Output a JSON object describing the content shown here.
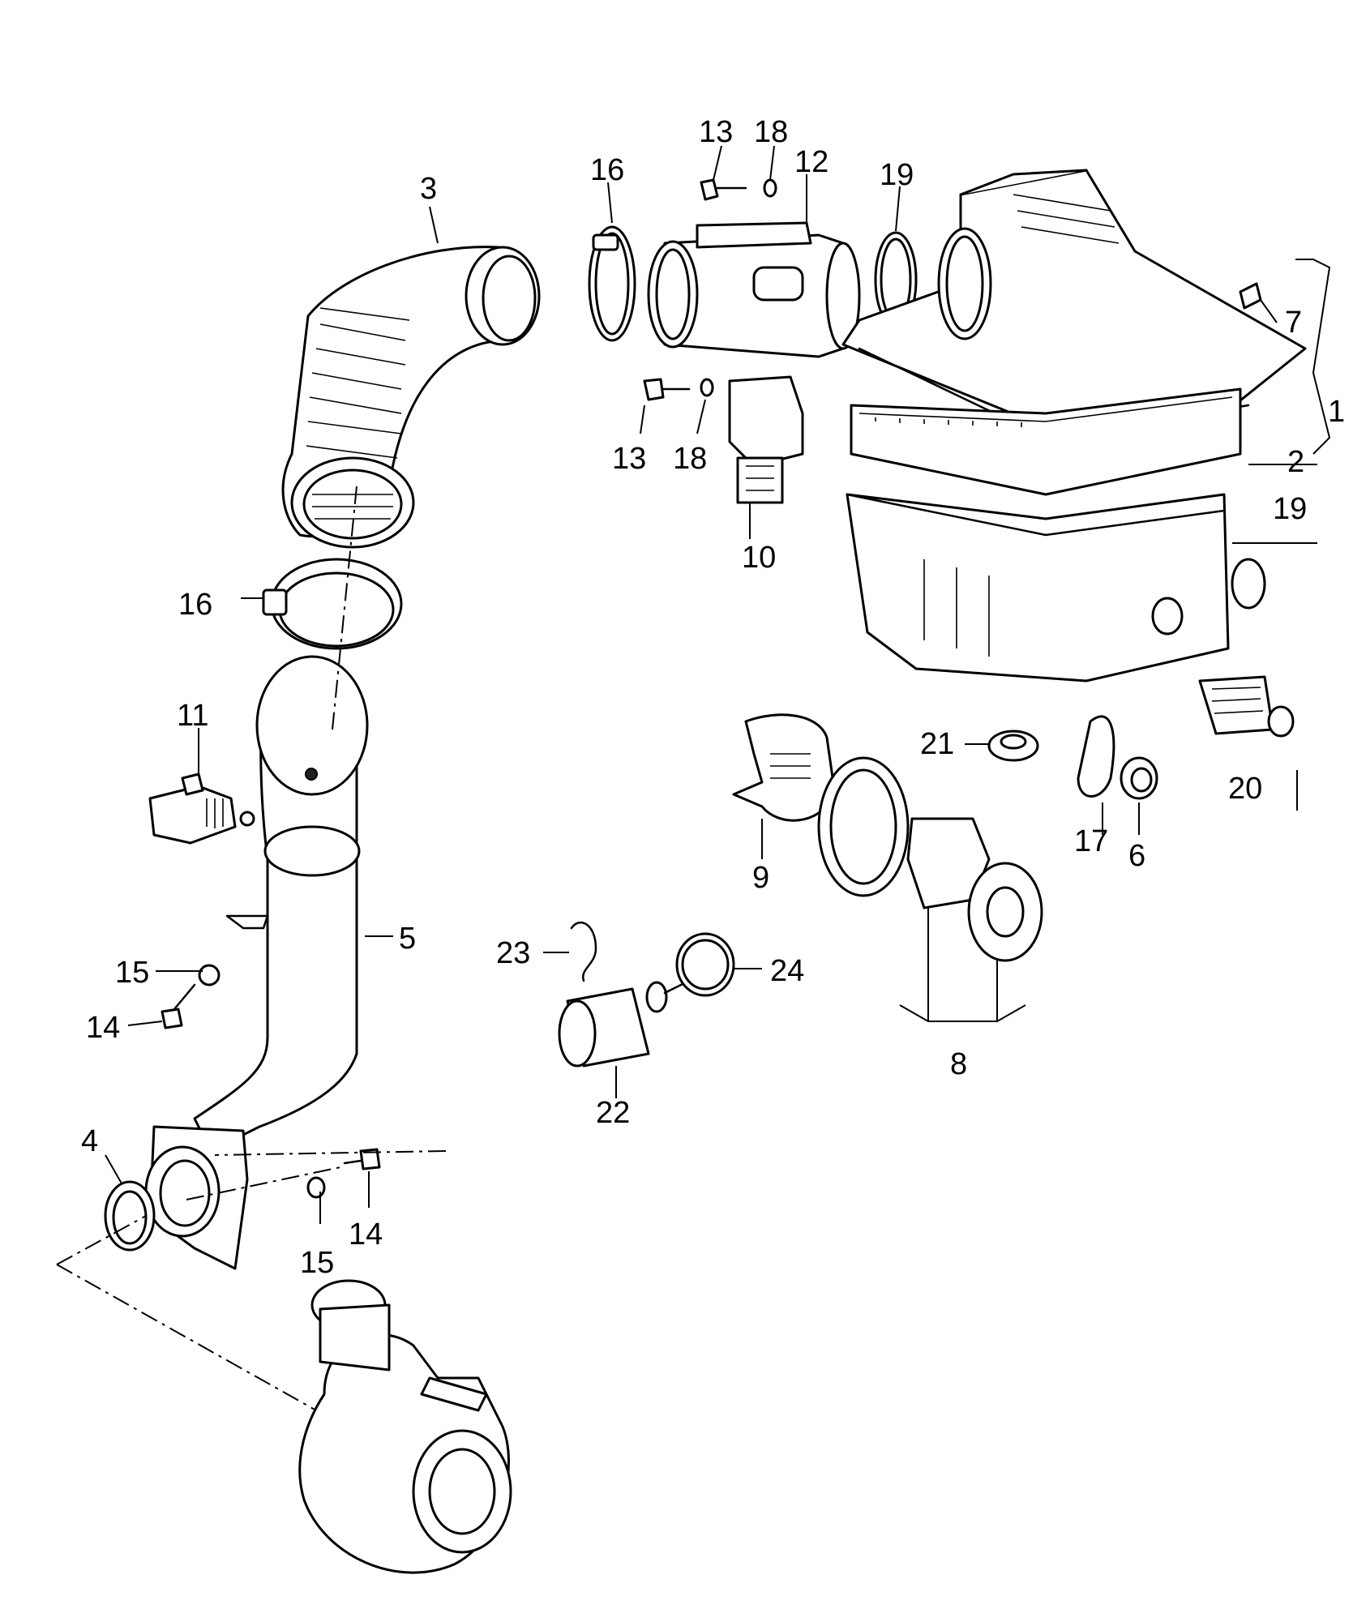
{
  "diagram": {
    "callouts": [
      "1",
      "2",
      "3",
      "4",
      "5",
      "6",
      "7",
      "8",
      "9",
      "10",
      "11",
      "12",
      "13",
      "13",
      "14",
      "14",
      "15",
      "15",
      "16",
      "16",
      "17",
      "18",
      "18",
      "19",
      "19",
      "20",
      "21",
      "22",
      "23",
      "24"
    ]
  }
}
